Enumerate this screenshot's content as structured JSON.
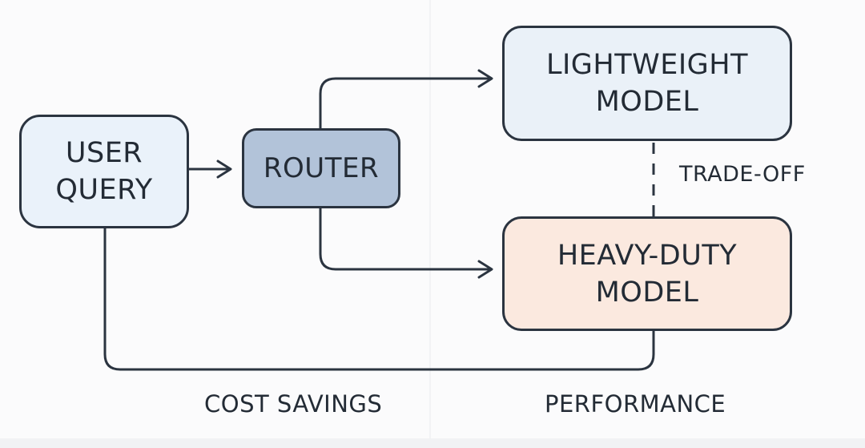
{
  "diagram": {
    "nodes": {
      "user_query": "USER\nQUERY",
      "router": "ROUTER",
      "lightweight_model": "LIGHTWEIGHT\nMODEL",
      "heavy_duty_model": "HEAVY-DUTY\nMODEL"
    },
    "labels": {
      "trade_off": "TRADE-OFF",
      "cost_savings": "COST SAVINGS",
      "performance": "PERFORMANCE"
    },
    "colors": {
      "stroke": "#2b3440",
      "user_query_fill": "#eaf2fa",
      "router_fill": "#b2c3d9",
      "lightweight_fill": "#eaf1f8",
      "heavy_duty_fill": "#fbe9df"
    }
  }
}
